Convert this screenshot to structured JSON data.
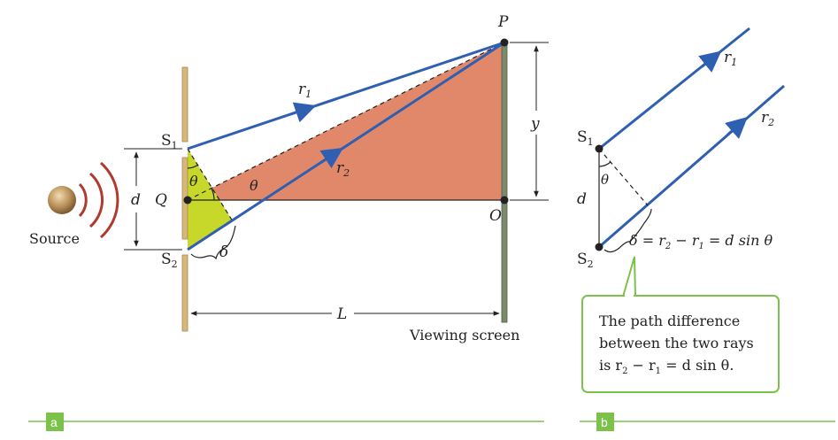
{
  "panel_a": {
    "badge": "a",
    "labels": {
      "source": "Source",
      "s1": "S",
      "s1_sub": "1",
      "s2": "S",
      "s2_sub": "2",
      "d": "d",
      "q": "Q",
      "p": "P",
      "o": "O",
      "y": "y",
      "L": "L",
      "r1": "r",
      "r1_sub": "1",
      "r2": "r",
      "r2_sub": "2",
      "theta_1": "θ",
      "theta_2": "θ",
      "delta": "δ",
      "screen": "Viewing screen"
    }
  },
  "panel_b": {
    "badge": "b",
    "labels": {
      "s1": "S",
      "s1_sub": "1",
      "s2": "S",
      "s2_sub": "2",
      "d": "d",
      "theta": "θ",
      "r1": "r",
      "r1_sub": "1",
      "r2": "r",
      "r2_sub": "2",
      "equation": "δ = r",
      "eq_sub2": "2",
      "eq_mid": " − r",
      "eq_sub1": "1",
      "eq_end": " = d sin θ"
    },
    "callout": {
      "line1": "The path difference",
      "line2": "between the two rays",
      "line3_a": "is r",
      "line3_sub2": "2",
      "line3_b": " − r",
      "line3_sub1": "1",
      "line3_c": " = d sin θ."
    }
  },
  "colors": {
    "ray": "#2f5fb0",
    "red_triangle": "#e2886a",
    "yellow_triangle": "#c8d82a",
    "barrier": "#d8b87a",
    "screen": "#7a8a6a",
    "green": "#7cc24a",
    "wave": "#b03a2e",
    "source": "#b8905a"
  }
}
